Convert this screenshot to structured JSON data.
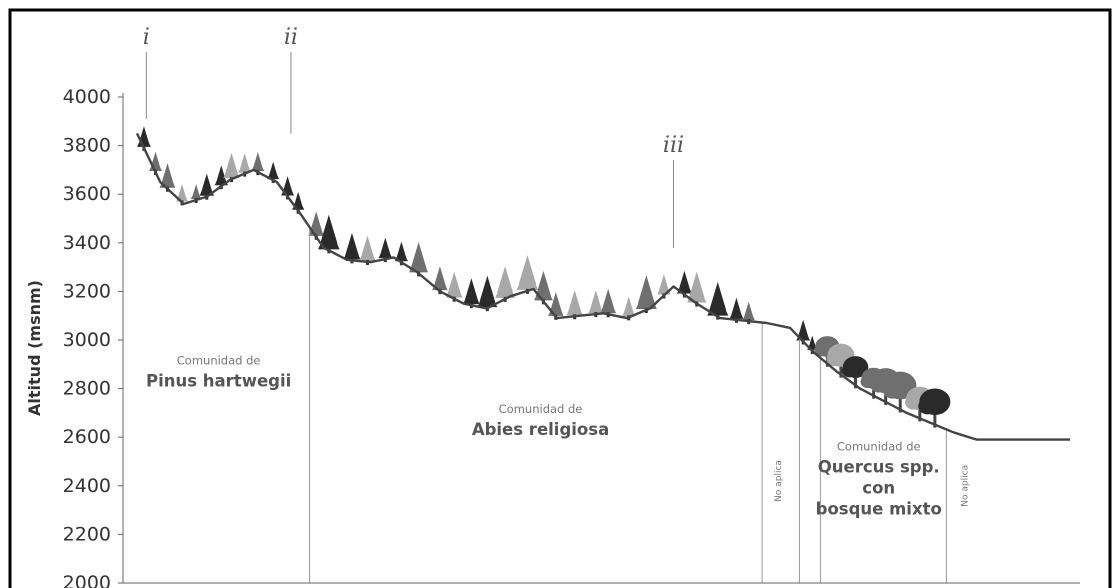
{
  "chart_data": {
    "type": "area",
    "title": "",
    "xlabel": "",
    "ylabel": "Altitud (msnm)",
    "ylim": [
      2000,
      4000
    ],
    "yticks": [
      4000,
      3800,
      3600,
      3400,
      3200,
      3000,
      2800,
      2600,
      2400,
      2200,
      2000
    ],
    "grid": false,
    "legend": "none",
    "profile": {
      "x": [
        0,
        1,
        2,
        3,
        4,
        5,
        6,
        7,
        8,
        9,
        10,
        11,
        12,
        13,
        14,
        15,
        16,
        17,
        18,
        19,
        20,
        21,
        22,
        23,
        24,
        25,
        26,
        27,
        28,
        29,
        30,
        31,
        32,
        33,
        34,
        35,
        36,
        37,
        38,
        39,
        40
      ],
      "y": [
        3850,
        3650,
        3560,
        3590,
        3660,
        3700,
        3650,
        3520,
        3380,
        3330,
        3320,
        3340,
        3280,
        3200,
        3150,
        3130,
        3180,
        3210,
        3090,
        3100,
        3110,
        3090,
        3130,
        3220,
        3150,
        3090,
        3080,
        3070,
        3050,
        2950,
        2870,
        2800,
        2750,
        2700,
        2660,
        2620,
        2590,
        2590,
        2590,
        2590,
        2590
      ]
    },
    "markers": [
      {
        "label": "i",
        "x": 0.4,
        "y": 3860
      },
      {
        "label": "ii",
        "x": 6.6,
        "y": 3800
      },
      {
        "label": "iii",
        "x": 23.0,
        "y": 3330
      }
    ],
    "zone_boundaries_x": [
      7.4,
      26.8,
      28.4,
      29.3,
      34.7
    ],
    "communities": [
      {
        "small": "Comunidad de",
        "big": [
          "Pinus hartwegii"
        ],
        "x": 3.5,
        "y": 2900
      },
      {
        "small": "Comunidad de",
        "big": [
          "Abies religiosa"
        ],
        "x": 17.3,
        "y": 2700
      },
      {
        "small": "Comunidad de",
        "big": [
          "Quercus spp.",
          "con",
          "bosque mixto"
        ],
        "x": 31.8,
        "y": 2545
      }
    ],
    "notes": [
      {
        "text": "No aplica",
        "x": 27.6,
        "y": 2420
      },
      {
        "text": "No aplica",
        "x": 35.6,
        "y": 2400
      }
    ],
    "colors": {
      "dark_tree": "#2a2a2a",
      "mid_tree": "#6f6f6f",
      "light_tree": "#a8a8a8",
      "terrain": "#444444",
      "frame": "#000000"
    }
  }
}
